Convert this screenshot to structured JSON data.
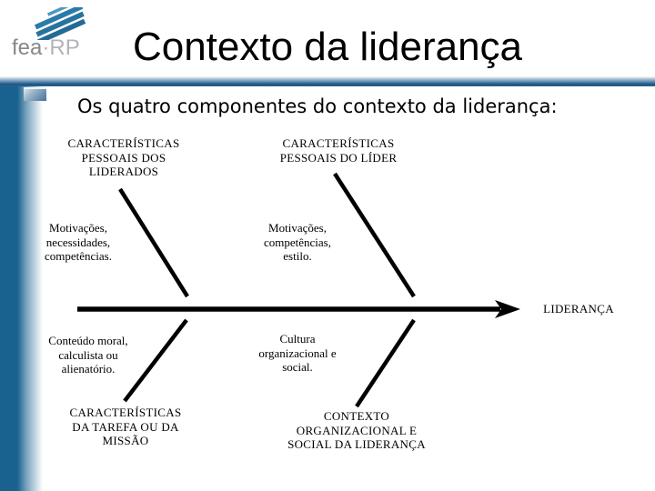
{
  "slide": {
    "logo": {
      "brand_primary": "fea",
      "brand_secondary": "·RP"
    },
    "title": "Contexto da liderança",
    "subtitle": "Os quatro componentes do contexto da liderança:",
    "diagram": {
      "top_left_label": "CARACTERÍSTICAS\nPESSOAIS DOS\nLIDERADOS",
      "top_right_label": "CARACTERÍSTICAS\nPESSOAIS DO LÍDER",
      "mid_left_note": "Motivações,\nnecessidades,\ncompetências.",
      "mid_right_note": "Motivações,\ncompetências,\nestilo.",
      "spine_label": "LIDERANÇA",
      "bottom_left_note": "Conteúdo moral,\ncalculista ou\nalienatório.",
      "bottom_right_note": "Cultura\norganizacional e\nsocial.",
      "bottom_left_label": "CARACTERÍSTICAS\nDA TAREFA OU DA\nMISSÃO",
      "bottom_right_label": "CONTEXTO\nORGANIZACIONAL E\nSOCIAL DA LIDERANÇA"
    },
    "colors": {
      "accent_strip_blue": "#19618f",
      "bar_dark_blue": "#15537f",
      "logo_stripe_blue": "#2b7aa9",
      "logo_text_gray": "#85878a",
      "diagram_line_black": "#000000"
    }
  }
}
